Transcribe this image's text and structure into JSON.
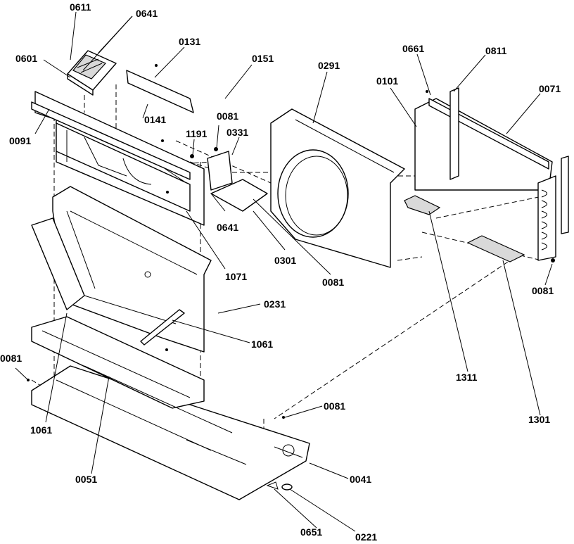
{
  "labels": {
    "l0611": "0611",
    "l0641a": "0641",
    "l0601": "0601",
    "l0131": "0131",
    "l0151": "0151",
    "l0291": "0291",
    "l0661": "0661",
    "l0811": "0811",
    "l0101": "0101",
    "l0071": "0071",
    "l0091": "0091",
    "l0141": "0141",
    "l0081a": "0081",
    "l1191": "1191",
    "l0331": "0331",
    "l0641b": "0641",
    "l0301": "0301",
    "l0081b": "0081",
    "l1071": "1071",
    "l0081c": "0081",
    "l0231": "0231",
    "l1061a": "1061",
    "l0081d": "0081",
    "l1311": "1311",
    "l1301": "1301",
    "l1061b": "1061",
    "l0081e": "0081",
    "l0051": "0051",
    "l0041": "0041",
    "l0651": "0651",
    "l0221": "0221"
  },
  "icons": {
    "screw": "screw-icon"
  }
}
